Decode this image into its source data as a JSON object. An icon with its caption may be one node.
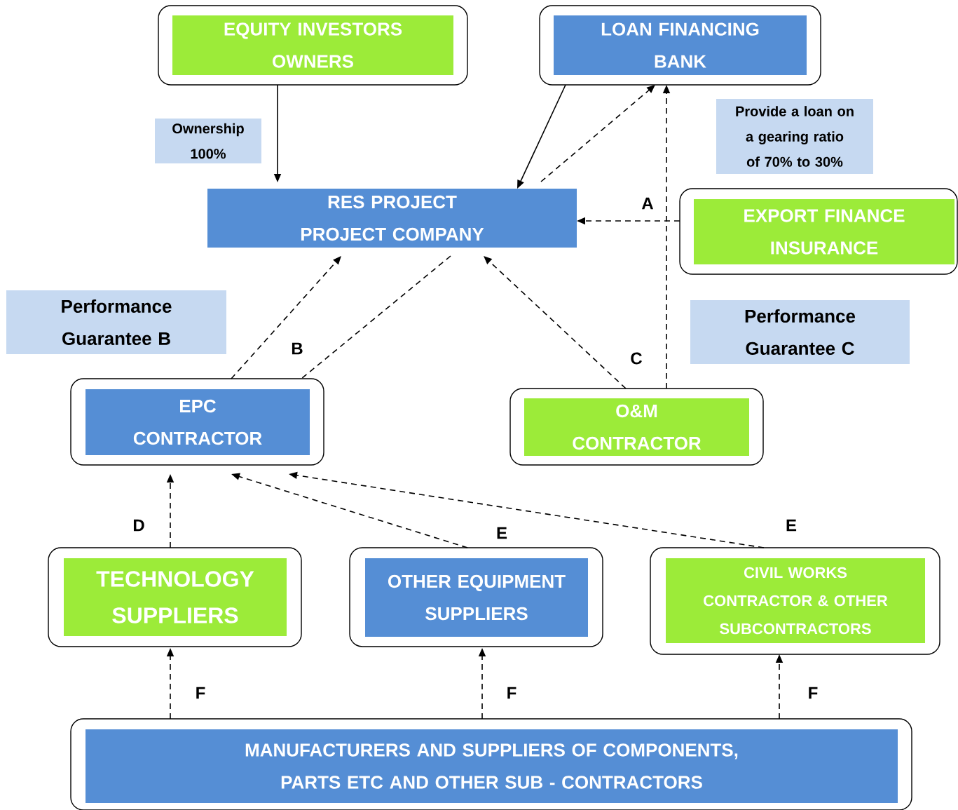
{
  "diagram": {
    "nodes": [
      {
        "text": [
          "EQUITY INVESTORS OWNERS"
        ]
      },
      {
        "text": [
          "LOAN FINANCING BANK"
        ]
      },
      {
        "text": [
          "Ownership 100%"
        ]
      },
      {
        "text": [
          "Provide a loan on a gearing ratio of 70% to 30%"
        ]
      },
      {
        "text": [
          "RES PROJECT PROJECT COMPANY"
        ]
      },
      {
        "text": [
          "EXPORT FINANCE INSURANCE"
        ]
      },
      {
        "text": [
          "Performance Guarantee B"
        ]
      },
      {
        "text": [
          "Performance Guarantee C"
        ]
      },
      {
        "text": [
          "EPC CONTRACTOR"
        ]
      },
      {
        "text": [
          "O&M CONTRACTOR"
        ]
      },
      {
        "text": [
          "TECHNOLOGY SUPPLIERS"
        ]
      },
      {
        "text": [
          "OTHER EQUIPMENT SUPPLIERS"
        ]
      },
      {
        "text": [
          "CIVIL WORKS CONTRACTOR & OTHER SUBCONTRACTORS"
        ]
      },
      {
        "text": [
          "MANUFACTURERS AND SUPPLIERS OF COMPONENTS, PARTS ETC AND OTHER SUB - CONTRACTORS"
        ]
      }
    ],
    "edges": [
      {
        "from": 0,
        "to": 4,
        "arrow": "to"
      },
      {
        "from": 1,
        "to": 4,
        "arrow": "to"
      },
      {
        "from": 4,
        "to": 1,
        "arrow": "to",
        "style": "dashed"
      },
      {
        "from": 9,
        "to": 1,
        "arrow": "to",
        "style": "dashed"
      },
      {
        "from": 5,
        "to": 4,
        "arrow": "to",
        "style": "dashed",
        "label": "A"
      },
      {
        "from": 8,
        "to": 4,
        "arrow": "to",
        "style": "dashed",
        "label": "B"
      },
      {
        "from": 4,
        "to": 8,
        "arrow": "none",
        "style": "dashed"
      },
      {
        "from": 9,
        "to": 4,
        "arrow": "to",
        "style": "dashed",
        "label": "C"
      },
      {
        "from": 10,
        "to": 8,
        "arrow": "to",
        "style": "dashed",
        "label": "D"
      },
      {
        "from": 11,
        "to": 8,
        "arrow": "to",
        "style": "dashed",
        "label": "E"
      },
      {
        "from": 12,
        "to": 8,
        "arrow": "to",
        "style": "dashed",
        "label": "E"
      },
      {
        "from": 13,
        "to": 10,
        "arrow": "to",
        "style": "dashed",
        "label": "F"
      },
      {
        "from": 13,
        "to": 11,
        "arrow": "to",
        "style": "dashed",
        "label": "F"
      },
      {
        "from": 13,
        "to": 12,
        "arrow": "to",
        "style": "dashed",
        "label": "F"
      }
    ]
  }
}
